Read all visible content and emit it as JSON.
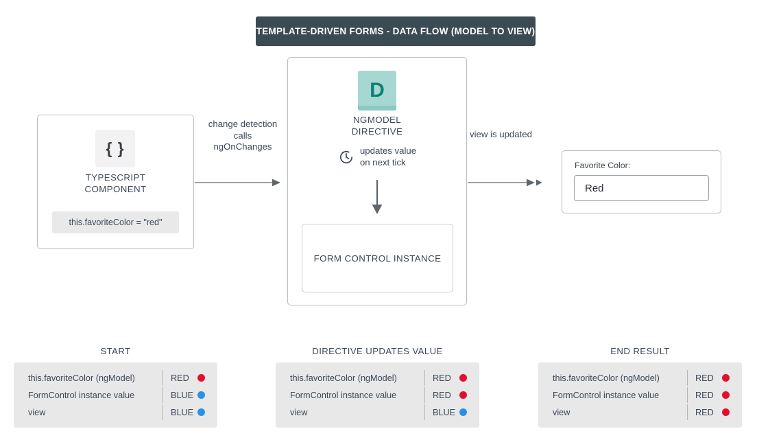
{
  "banner": {
    "title": "TEMPLATE-DRIVEN FORMS - DATA FLOW (MODEL TO VIEW)"
  },
  "typescript_component": {
    "icon_glyph": "{ }",
    "label": "TYPESCRIPT\nCOMPONENT",
    "code": "this.favoriteColor = \"red\""
  },
  "ngmodel_directive": {
    "icon_glyph": "D",
    "label": "NGMODEL\nDIRECTIVE",
    "tick_note": "updates value\non next tick",
    "form_control": "FORM CONTROL INSTANCE"
  },
  "view_result": {
    "field_label": "Favorite Color:",
    "field_value": "Red"
  },
  "connectors": {
    "left_label": "change detection\ncalls\nngOnChanges",
    "right_label": "view is updated"
  },
  "colors": {
    "banner_bg": "#3b4b54",
    "directive_teal": "#a7d7d1",
    "directive_teal_dark": "#0b8277",
    "red": "#e30e2e",
    "blue": "#2b8fe8",
    "panel_bg": "#e8e8e8"
  },
  "state_tables": [
    {
      "title": "START",
      "rows": [
        {
          "name": "this.favoriteColor (ngModel)",
          "value": "RED",
          "dot": "#e30e2e"
        },
        {
          "name": "FormControl instance value",
          "value": "BLUE",
          "dot": "#2b8fe8"
        },
        {
          "name": "view",
          "value": "BLUE",
          "dot": "#2b8fe8"
        }
      ]
    },
    {
      "title": "DIRECTIVE UPDATES VALUE",
      "rows": [
        {
          "name": "this.favoriteColor (ngModel)",
          "value": "RED",
          "dot": "#e30e2e"
        },
        {
          "name": "FormControl instance value",
          "value": "RED",
          "dot": "#e30e2e"
        },
        {
          "name": "view",
          "value": "BLUE",
          "dot": "#2b8fe8"
        }
      ]
    },
    {
      "title": "END RESULT",
      "rows": [
        {
          "name": "this.favoriteColor (ngModel)",
          "value": "RED",
          "dot": "#e30e2e"
        },
        {
          "name": "FormControl instance value",
          "value": "RED",
          "dot": "#e30e2e"
        },
        {
          "name": "view",
          "value": "RED",
          "dot": "#e30e2e"
        }
      ]
    }
  ]
}
